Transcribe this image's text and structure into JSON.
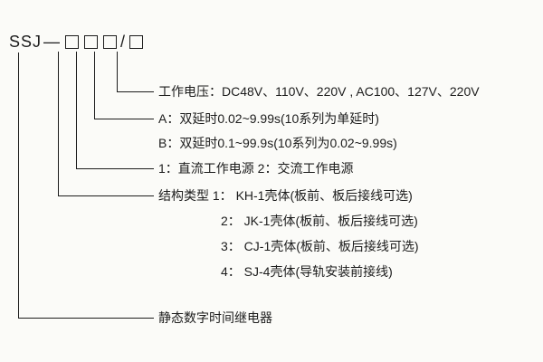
{
  "model": {
    "prefix": "SSJ",
    "dash": "—",
    "slash": "/"
  },
  "labels": {
    "voltage": "工作电压：DC48V、110V、220V , AC100、127V、220V",
    "delay_a": "A：双延时0.02~9.99s(10系列为单延时)",
    "delay_b": "B：双延时0.1~99.9s(10系列为0.02~9.99s)",
    "power": "1：直流工作电源 2：交流工作电源",
    "structure_1": "结构类型 1： KH-1壳体(板前、板后接线可选)",
    "structure_2": "2： JK-1壳体(板前、板后接线可选)",
    "structure_3": "3： CJ-1壳体(板前、板后接线可选)",
    "structure_4": "4： SJ-4壳体(导轨安装前接线)",
    "product": "静态数字时间继电器"
  }
}
